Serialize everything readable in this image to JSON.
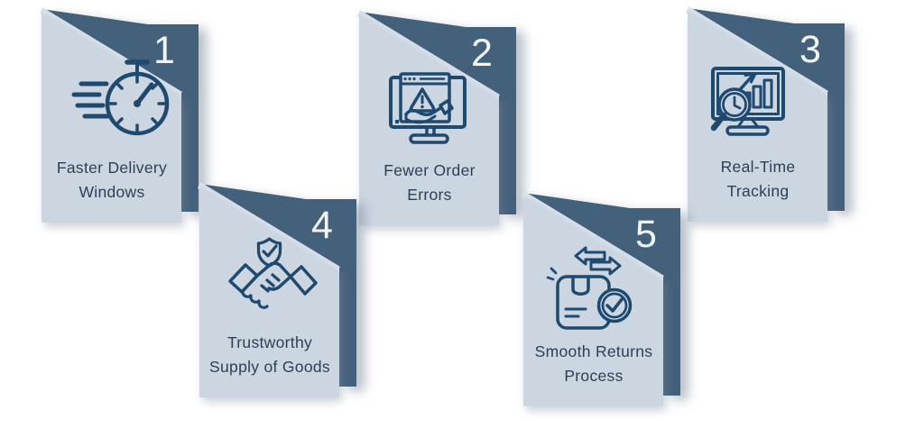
{
  "colors": {
    "background": "#ffffff",
    "card_bg": "#ccd6e1",
    "panel_dark": "#44617c",
    "fold_highlight": "#d9e2ec",
    "number": "#f3f6f9",
    "title_text": "#2e3e55",
    "icon_stroke": "#1d4a6e"
  },
  "items": [
    {
      "number": "1",
      "icon": "speed-stopwatch-icon",
      "title_line1": "Faster Delivery",
      "title_line2": "Windows"
    },
    {
      "number": "2",
      "icon": "order-error-monitor-icon",
      "title_line1": "Fewer Order",
      "title_line2": "Errors"
    },
    {
      "number": "3",
      "icon": "tracking-chart-monitor-icon",
      "title_line1": "Real-Time",
      "title_line2": "Tracking"
    },
    {
      "number": "4",
      "icon": "handshake-shield-icon",
      "title_line1": "Trustworthy",
      "title_line2": "Supply of Goods"
    },
    {
      "number": "5",
      "icon": "returns-box-check-icon",
      "title_line1": "Smooth Returns",
      "title_line2": "Process"
    }
  ]
}
